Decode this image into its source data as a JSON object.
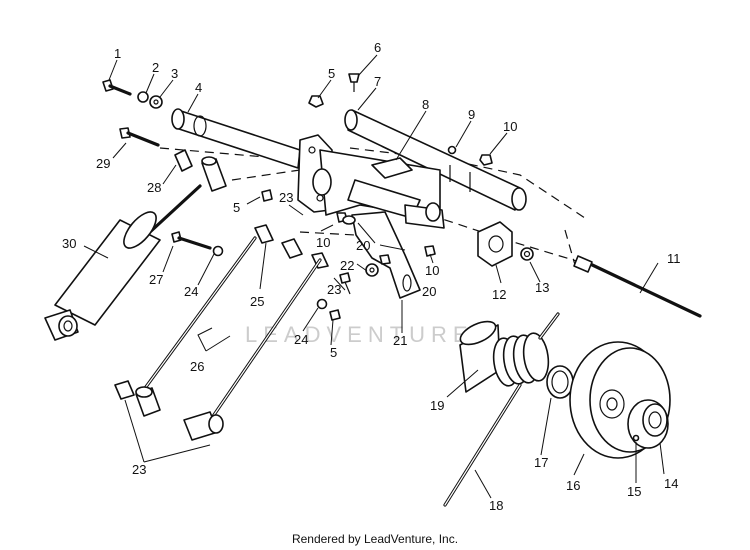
{
  "diagram": {
    "callouts": [
      "1",
      "2",
      "3",
      "4",
      "5",
      "6",
      "5",
      "7",
      "8",
      "9",
      "10",
      "29",
      "28",
      "5",
      "23",
      "30",
      "27",
      "24",
      "25",
      "10",
      "20",
      "22",
      "23",
      "20",
      "10",
      "12",
      "13",
      "11",
      "24",
      "5",
      "21",
      "26",
      "19",
      "17",
      "18",
      "16",
      "15",
      "14",
      "23"
    ],
    "watermark": "LEADVENTURE"
  },
  "footer": {
    "text": "Rendered by LeadVenture, Inc."
  }
}
